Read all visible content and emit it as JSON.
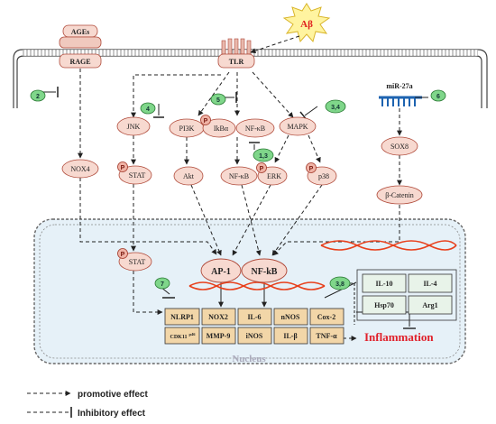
{
  "stimulus": {
    "abeta": "Aβ"
  },
  "receptors": {
    "ages": "AGEs",
    "rage": "RAGE",
    "tlr": "TLR"
  },
  "mirna": {
    "label": "miR-27a"
  },
  "nodes": {
    "jnk": "JNK",
    "pi3k": "PI3K",
    "ikba": "IkBα",
    "nfkb_cyto": "NF-κB",
    "mapk": "MAPK",
    "sox8": "SOX8",
    "nox4": "NOX4",
    "stat1": "STAT",
    "akt": "Akt",
    "nfkb2": "NF-κB",
    "erk": "ERK",
    "p38": "p38",
    "bcatenin": "β-Catenin",
    "stat2": "STAT",
    "ap1": "AP-1",
    "nfkb_nuc": "NF-kB"
  },
  "phospho": "P",
  "badges": {
    "b2": "2",
    "b4": "4",
    "b5": "5",
    "b13": "1,3",
    "b34": "3,4",
    "b6": "6",
    "b7": "7",
    "b38": "3,8"
  },
  "anti_inflammatory": [
    "IL-10",
    "IL-4",
    "Hsp70",
    "Arg1"
  ],
  "genes": {
    "row1": [
      "NLRP1",
      "NOX2",
      "IL-6",
      "nNOS",
      "Cox-2"
    ],
    "row2_first": "CDK11",
    "row2_first_sup": "p46",
    "row2": [
      "MMP-9",
      "iNOS",
      "IL-β",
      "TNF-α"
    ]
  },
  "outcome": "Inflammation",
  "nucleus": "Nucleus",
  "legend": {
    "promotive": "promotive effect",
    "inhibitory": "Inhibitory effect"
  },
  "colors": {
    "node_fill": "#f7d9d0",
    "node_stroke": "#b04a3a",
    "badge_fill": "#7fd68a",
    "nucleus_fill": "#e6f1f8",
    "gene_fill": "#f2d6a8",
    "dna_red": "#e8401c",
    "mir_blue": "#1d63b0",
    "inflammation": "#e0202a",
    "abeta_fill": "#fff4a0",
    "abeta_text": "#e02020"
  }
}
